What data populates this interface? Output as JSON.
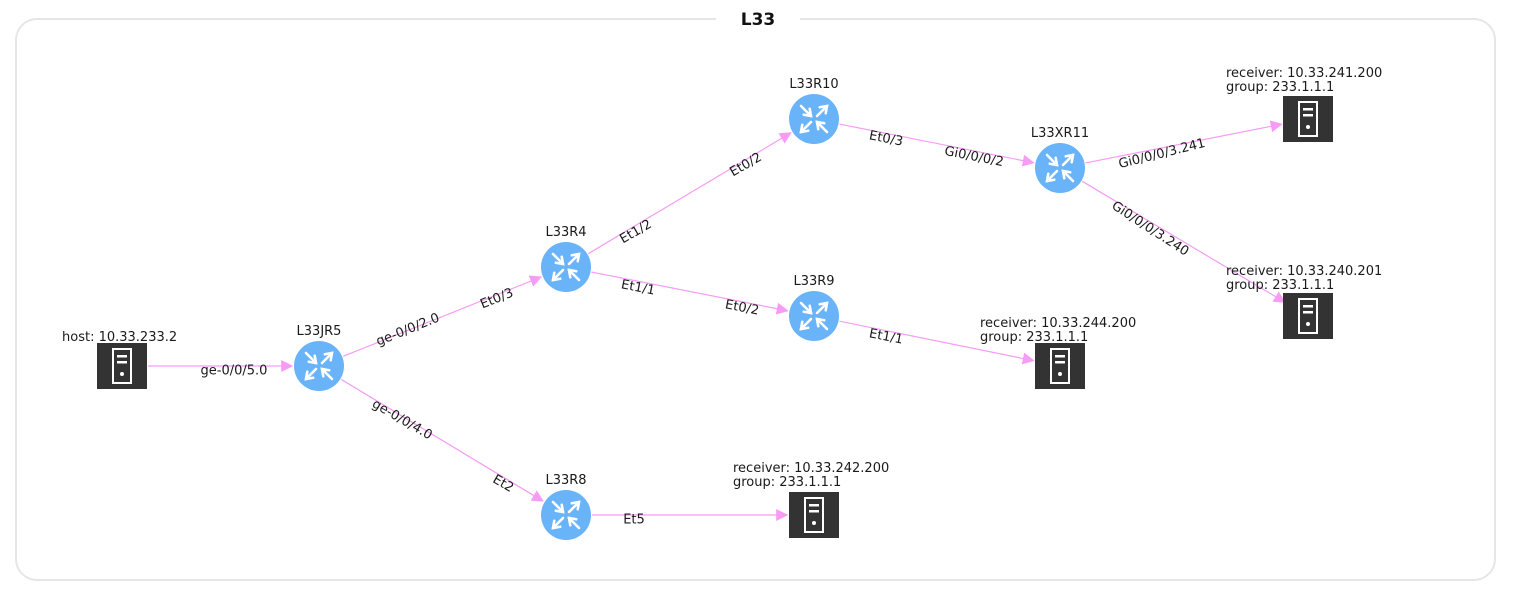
{
  "title": "L33",
  "colors": {
    "router": "#69b3f9",
    "server": "#333333",
    "link": "#f79cf5",
    "frame": "#e6e6e6"
  },
  "nodes": [
    {
      "id": "host",
      "kind": "server",
      "icon": "server-icon",
      "lines": [
        "host: 10.33.233.2"
      ]
    },
    {
      "id": "L33JR5",
      "kind": "router",
      "icon": "router-icon",
      "lines": [
        "L33JR5"
      ]
    },
    {
      "id": "L33R4",
      "kind": "router",
      "icon": "router-icon",
      "lines": [
        "L33R4"
      ]
    },
    {
      "id": "L33R10",
      "kind": "router",
      "icon": "router-icon",
      "lines": [
        "L33R10"
      ]
    },
    {
      "id": "L33R9",
      "kind": "router",
      "icon": "router-icon",
      "lines": [
        "L33R9"
      ]
    },
    {
      "id": "L33R8",
      "kind": "router",
      "icon": "router-icon",
      "lines": [
        "L33R8"
      ]
    },
    {
      "id": "L33XR11",
      "kind": "router",
      "icon": "router-icon",
      "lines": [
        "L33XR11"
      ]
    },
    {
      "id": "rcv241",
      "kind": "server",
      "icon": "server-icon",
      "lines": [
        "receiver: 10.33.241.200",
        "group: 233.1.1.1"
      ]
    },
    {
      "id": "rcv240",
      "kind": "server",
      "icon": "server-icon",
      "lines": [
        "receiver: 10.33.240.201",
        "group: 233.1.1.1"
      ]
    },
    {
      "id": "rcv244",
      "kind": "server",
      "icon": "server-icon",
      "lines": [
        "receiver: 10.33.244.200",
        "group: 233.1.1.1"
      ]
    },
    {
      "id": "rcv242",
      "kind": "server",
      "icon": "server-icon",
      "lines": [
        "receiver: 10.33.242.200",
        "group: 233.1.1.1"
      ]
    }
  ],
  "links": [
    {
      "from": "host",
      "to": "L33JR5",
      "src_port": "",
      "dst_port": "ge-0/0/5.0"
    },
    {
      "from": "L33JR5",
      "to": "L33R4",
      "src_port": "ge-0/0/2.0",
      "dst_port": "Et0/3"
    },
    {
      "from": "L33JR5",
      "to": "L33R8",
      "src_port": "ge-0/0/4.0",
      "dst_port": "Et2"
    },
    {
      "from": "L33R4",
      "to": "L33R10",
      "src_port": "Et1/2",
      "dst_port": "Et0/2"
    },
    {
      "from": "L33R4",
      "to": "L33R9",
      "src_port": "Et1/1",
      "dst_port": "Et0/2"
    },
    {
      "from": "L33R10",
      "to": "L33XR11",
      "src_port": "Et0/3",
      "dst_port": "Gi0/0/0/2"
    },
    {
      "from": "L33XR11",
      "to": "rcv241",
      "src_port": "Gi0/0/0/3.241",
      "dst_port": ""
    },
    {
      "from": "L33XR11",
      "to": "rcv240",
      "src_port": "Gi0/0/0/3.240",
      "dst_port": ""
    },
    {
      "from": "L33R9",
      "to": "rcv244",
      "src_port": "Et1/1",
      "dst_port": ""
    },
    {
      "from": "L33R8",
      "to": "rcv242",
      "src_port": "Et5",
      "dst_port": ""
    }
  ]
}
